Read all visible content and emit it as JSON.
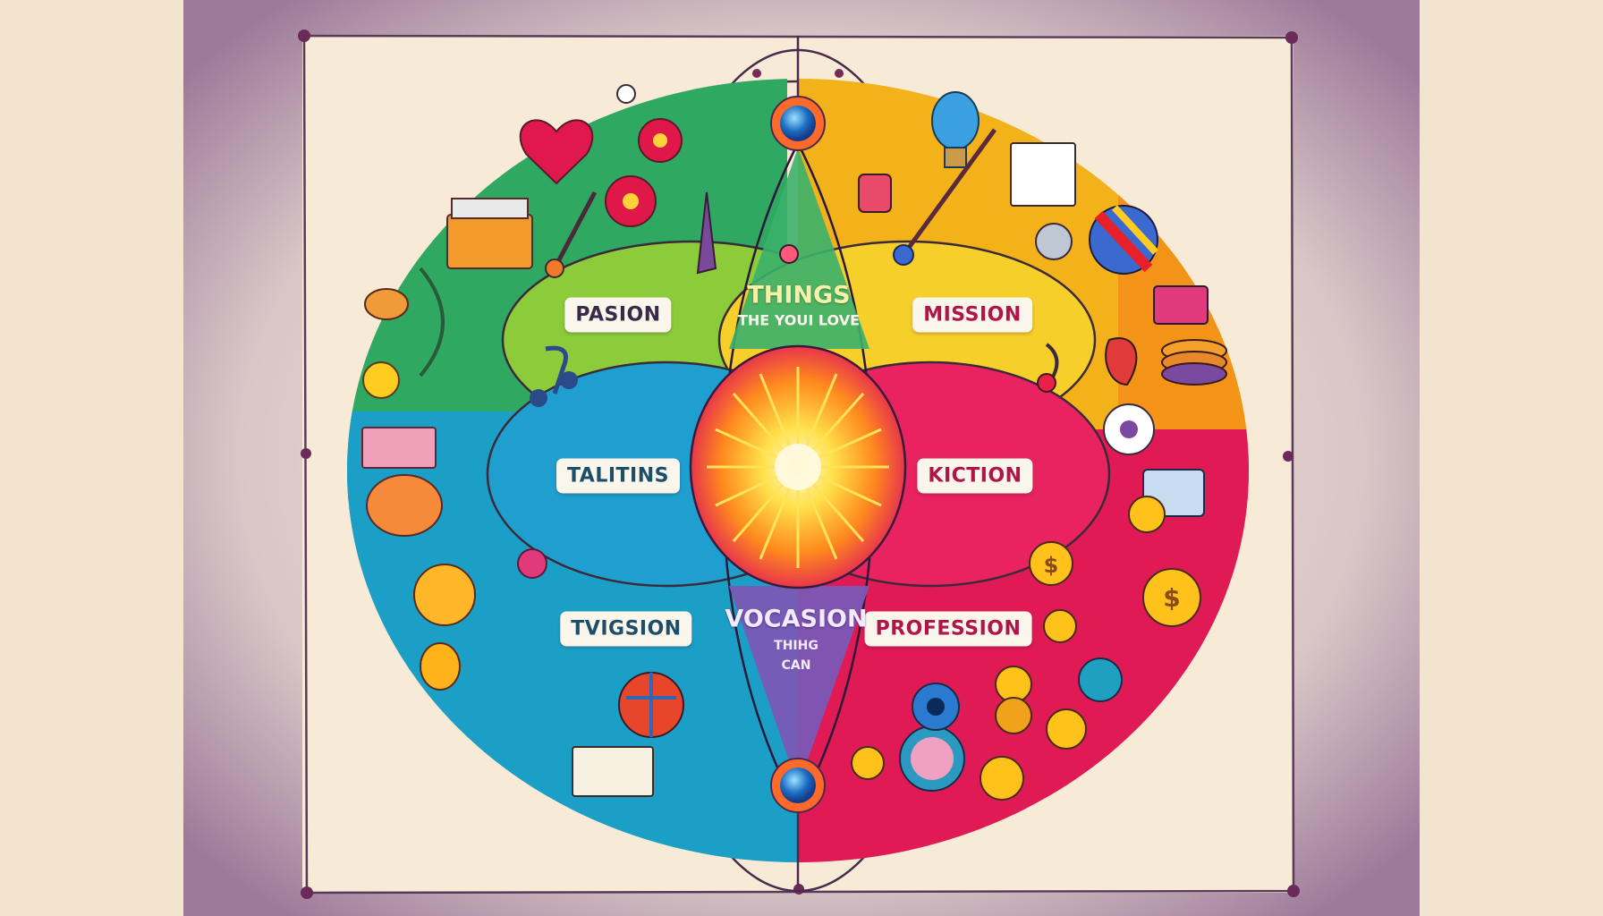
{
  "labels": {
    "passion": "PASION",
    "mission": "MISSION",
    "talents": "TALITINS",
    "kiction": "KICTION",
    "tvigsion": "TVIGSION",
    "profession": "PROFESSION"
  },
  "center_top": {
    "title": "THINGS",
    "subtitle": "THE YOUI LOVE"
  },
  "center_bottom": {
    "title": "VOCASION",
    "line1": "THIHG",
    "line2": "CAN"
  },
  "colors": {
    "background": "#efe3d3",
    "frame_outer": "#8c5a92",
    "paper": "#f6e7d2",
    "green": "#3cae6a",
    "lime": "#8fca3c",
    "blue": "#1fa2c8",
    "yellow": "#f2b81c",
    "orange": "#f39a18",
    "magenta": "#e4184e",
    "purple": "#7b57b3",
    "center_sun": "#ffcf2a"
  },
  "icons": {
    "top": "orb-icon",
    "bottom": "orb-icon",
    "sun": "sun-icon"
  }
}
